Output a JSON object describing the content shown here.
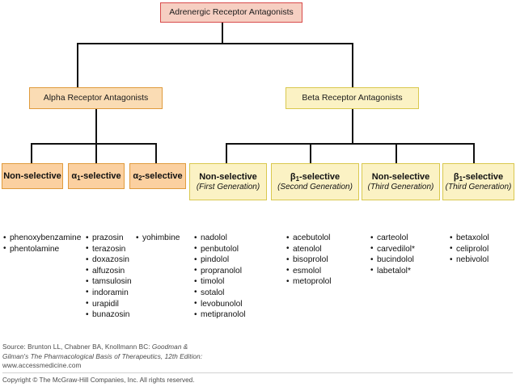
{
  "diagram": {
    "title": "Adrenergic Receptor Antagonists classification tree",
    "colors": {
      "root_fill": "#f6cfc2",
      "root_border": "#d84a4a",
      "alpha_fill": "#fadcb4",
      "alpha_border": "#e09b3d",
      "alpha_leaf_fill": "#fbd0a0",
      "beta_fill": "#fbf2c4",
      "beta_border": "#d9c84e",
      "line": "#111111",
      "text": "#111111"
    },
    "root": {
      "label": "Adrenergic Receptor Antagonists"
    },
    "level2": [
      {
        "label": "Alpha Receptor Antagonists"
      },
      {
        "label": "Beta Receptor Antagonists"
      }
    ],
    "level3": [
      {
        "line1": "Non-selective",
        "line2": "",
        "greek": "",
        "sub": ""
      },
      {
        "line1": "-selective",
        "line2": "",
        "greek": "α",
        "sub": "1"
      },
      {
        "line1": "-selective",
        "line2": "",
        "greek": "α",
        "sub": "2"
      },
      {
        "line1": "Non-selective",
        "line2": "(First Generation)",
        "greek": "",
        "sub": ""
      },
      {
        "line1": "-selective",
        "line2": "(Second Generation)",
        "greek": "β",
        "sub": "1"
      },
      {
        "line1": "Non-selective",
        "line2": "(Third Generation)",
        "greek": "",
        "sub": ""
      },
      {
        "line1": "-selective",
        "line2": "(Third Generation)",
        "greek": "β",
        "sub": "1"
      }
    ],
    "drug_lists": [
      {
        "group": "alpha-non-selective",
        "items": [
          "phenoxybenzamine",
          "phentolamine"
        ]
      },
      {
        "group": "alpha1-selective",
        "items": [
          "prazosin",
          "terazosin",
          "doxazosin",
          "alfuzosin",
          "tamsulosin",
          "indoramin",
          "urapidil",
          "bunazosin"
        ]
      },
      {
        "group": "alpha2-selective",
        "items": [
          "yohimbine"
        ]
      },
      {
        "group": "beta-non-selective-first-generation",
        "items": [
          "nadolol",
          "penbutolol",
          "pindolol",
          "propranolol",
          "timolol",
          "sotalol",
          "levobunolol",
          "metipranolol"
        ]
      },
      {
        "group": "beta1-selective-second-generation",
        "items": [
          "acebutolol",
          "atenolol",
          "bisoprolol",
          "esmolol",
          "metoprolol"
        ]
      },
      {
        "group": "beta-non-selective-third-generation",
        "items": [
          "carteolol",
          "carvedilol*",
          "bucindolol",
          "labetalol*"
        ]
      },
      {
        "group": "beta1-selective-third-generation",
        "items": [
          "betaxolol",
          "celiprolol",
          "nebivolol"
        ]
      }
    ]
  },
  "footer": {
    "source_line1_plain": "Source: Brunton LL, Chabner BA, Knollmann BC: ",
    "source_line1_italic": "Goodman &",
    "source_line2_italic": "Gilman's The Pharmacological Basis of Therapeutics, 12th Edition:",
    "source_line3": "www.accessmedicine.com",
    "copyright": "Copyright © The McGraw-Hill Companies, Inc. All rights reserved."
  }
}
